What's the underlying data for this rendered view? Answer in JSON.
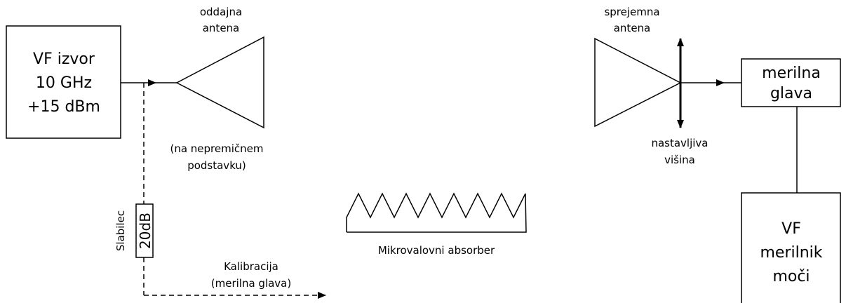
{
  "source": {
    "lines": [
      "VF izvor",
      "10 GHz",
      "+15 dBm"
    ]
  },
  "tx_antenna": {
    "lines": [
      "oddajna",
      "antena"
    ]
  },
  "tx_mount": {
    "lines": [
      "(na nepremičnem",
      "podstavku)"
    ]
  },
  "attenuator": {
    "value": "20dB",
    "name": "Slabilec"
  },
  "calibration": {
    "lines": [
      "Kalibracija",
      "(merilna glava)"
    ]
  },
  "absorber": {
    "label": "Mikrovalovni absorber"
  },
  "rx_antenna": {
    "lines": [
      "sprejemna",
      "antena"
    ]
  },
  "height_adjust": {
    "lines": [
      "nastavljiva",
      "višina"
    ]
  },
  "power_head": {
    "lines": [
      "merilna",
      "glava"
    ]
  },
  "power_meter": {
    "lines": [
      "VF",
      "merilnik",
      "moči"
    ]
  },
  "colors": {
    "line": "#000000",
    "background": "#ffffff"
  }
}
